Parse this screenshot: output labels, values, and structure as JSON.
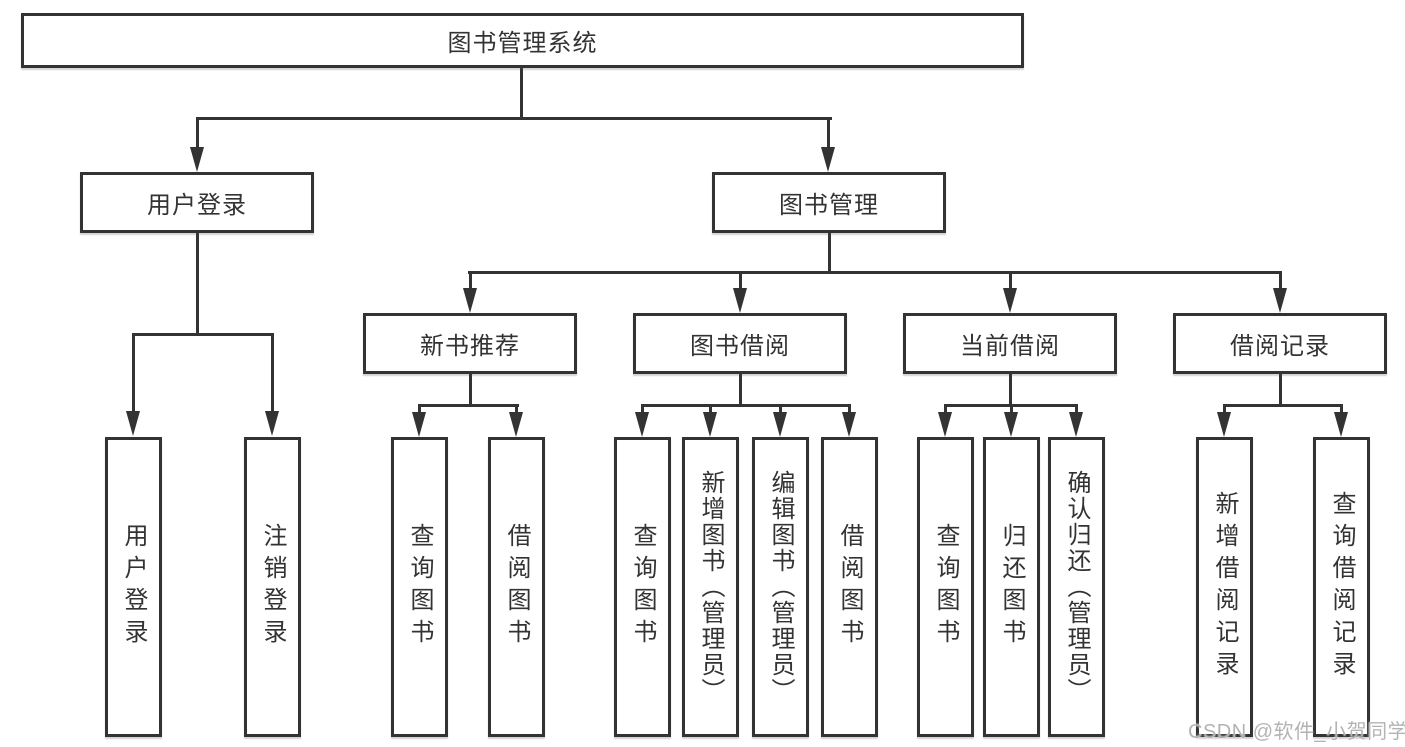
{
  "colors": {
    "line": "#333333",
    "background": "#ffffff",
    "watermark_text_color": "#b3b3b3"
  },
  "watermark": {
    "text": "CSDN @软件_小贺同学"
  },
  "tree": {
    "label": "图书管理系统",
    "children": [
      {
        "label": "用户登录",
        "children": [
          {
            "label": "用户登录"
          },
          {
            "label": "注销登录"
          }
        ]
      },
      {
        "label": "图书管理",
        "children": [
          {
            "label": "新书推荐",
            "children": [
              {
                "label": "查询图书"
              },
              {
                "label": "借阅图书"
              }
            ]
          },
          {
            "label": "图书借阅",
            "children": [
              {
                "label": "查询图书"
              },
              {
                "label": "新增图书（管理员）"
              },
              {
                "label": "编辑图书（管理员）"
              },
              {
                "label": "借阅图书"
              }
            ]
          },
          {
            "label": "当前借阅",
            "children": [
              {
                "label": "查询图书"
              },
              {
                "label": "归还图书"
              },
              {
                "label": "确认归还（管理员）"
              }
            ]
          },
          {
            "label": "借阅记录",
            "children": [
              {
                "label": "新增借阅记录"
              },
              {
                "label": "查询借阅记录"
              }
            ]
          }
        ]
      }
    ]
  }
}
